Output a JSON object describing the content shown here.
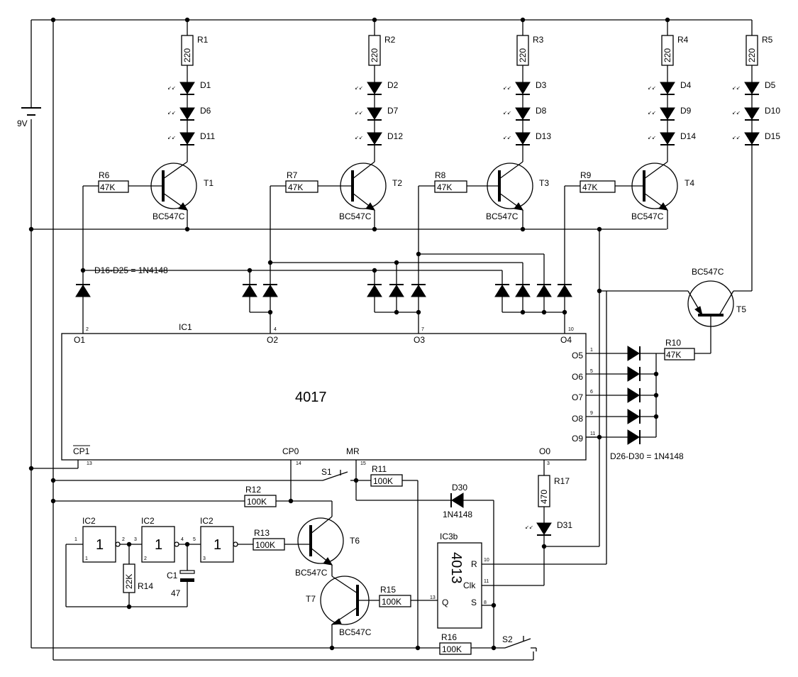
{
  "battery": {
    "name": "9V"
  },
  "ic1": {
    "name": "IC1",
    "chip": "4017"
  },
  "ic1_pins": {
    "O1": "O1",
    "O2": "O2",
    "O3": "O3",
    "O4": "O4",
    "O5": "O5",
    "O6": "O6",
    "O7": "O7",
    "O8": "O8",
    "O9": "O9",
    "CP1": "CP1",
    "CP0": "CP0",
    "MR": "MR",
    "O0": "O0",
    "n2": "2",
    "n4": "4",
    "n7": "7",
    "n10": "10",
    "n1": "1",
    "n5": "5",
    "n6": "6",
    "n9": "9",
    "n11": "11",
    "n13": "13",
    "n14": "14",
    "n15": "15",
    "n3": "3"
  },
  "resistors": {
    "R1": {
      "name": "R1",
      "value": "220"
    },
    "R2": {
      "name": "R2",
      "value": "220"
    },
    "R3": {
      "name": "R3",
      "value": "220"
    },
    "R4": {
      "name": "R4",
      "value": "220"
    },
    "R5": {
      "name": "R5",
      "value": "220"
    },
    "R6": {
      "name": "R6",
      "value": "47K"
    },
    "R7": {
      "name": "R7",
      "value": "47K"
    },
    "R8": {
      "name": "R8",
      "value": "47K"
    },
    "R9": {
      "name": "R9",
      "value": "47K"
    },
    "R10": {
      "name": "R10",
      "value": "47K"
    },
    "R11": {
      "name": "R11",
      "value": "100K"
    },
    "R12": {
      "name": "R12",
      "value": "100K"
    },
    "R13": {
      "name": "R13",
      "value": "100K"
    },
    "R14": {
      "name": "R14",
      "value": "22K"
    },
    "R15": {
      "name": "R15",
      "value": "100K"
    },
    "R16": {
      "name": "R16",
      "value": "100K"
    },
    "R17": {
      "name": "R17",
      "value": "470"
    }
  },
  "leds": {
    "D1": "D1",
    "D2": "D2",
    "D3": "D3",
    "D4": "D4",
    "D5": "D5",
    "D6": "D6",
    "D7": "D7",
    "D8": "D8",
    "D9": "D9",
    "D10": "D10",
    "D11": "D11",
    "D12": "D12",
    "D13": "D13",
    "D14": "D14",
    "D15": "D15",
    "D31": "D31"
  },
  "transistors": {
    "T1": "T1",
    "T2": "T2",
    "T3": "T3",
    "T4": "T4",
    "T5": "T5",
    "T6": "T6",
    "T7": "T7",
    "type": "BC547C"
  },
  "diodes": {
    "group1": "D16-D25 = 1N4148",
    "group2": "D26-D30 = 1N4148",
    "D30": "D30",
    "D30_type": "1N4148"
  },
  "ic2": {
    "name": "IC2",
    "gate_symbol": "1",
    "g1": "1",
    "g2": "2",
    "g3": "3",
    "p1": "1",
    "p2": "2",
    "p3": "3",
    "p4": "4",
    "p5": "5"
  },
  "capacitor": {
    "name": "C1",
    "value": "47"
  },
  "ic3": {
    "name": "IC3b",
    "chip": "4013",
    "R": "R",
    "Clk": "Clk",
    "S": "S",
    "Q": "Q",
    "p10": "10",
    "p11": "11",
    "p8": "8",
    "p13": "13"
  },
  "switches": {
    "S1": "S1",
    "S2": "S2"
  }
}
